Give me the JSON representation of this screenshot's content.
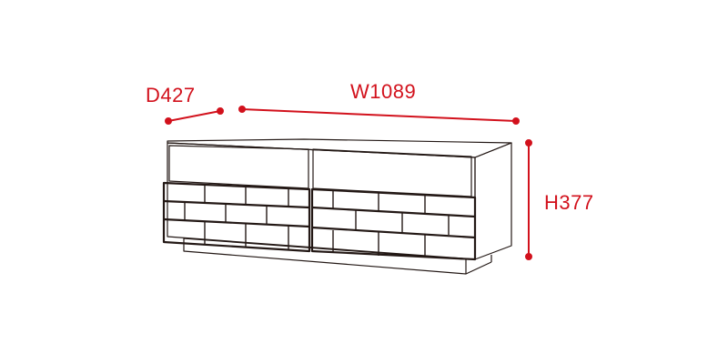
{
  "dimensions": {
    "depth": "D427",
    "width": "W1089",
    "height": "H377"
  },
  "colors": {
    "dimension": "#d2111c",
    "outline": "#231815",
    "background": "#ffffff"
  }
}
